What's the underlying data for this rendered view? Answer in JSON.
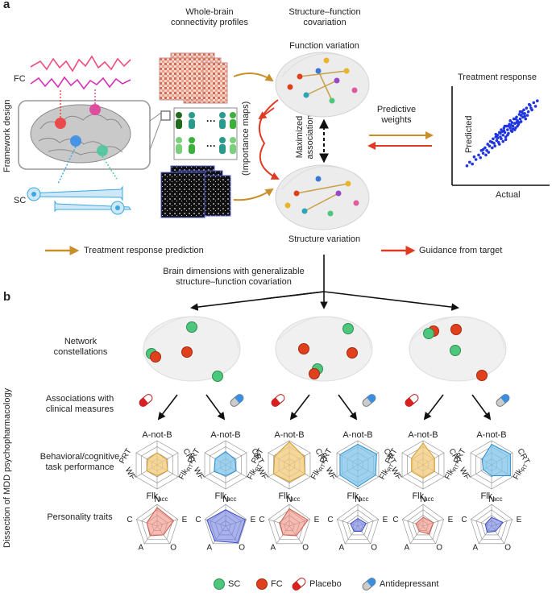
{
  "panel_a": {
    "label": "a",
    "side_label": "Framework design",
    "fc_label": "FC",
    "sc_label": "SC",
    "col_connectivity": "Whole-brain\nconnectivity profiles",
    "col_covariation": "Structure–function\ncovariation",
    "function_variation": "Function variation",
    "structure_variation": "Structure variation",
    "importance_maps": "(Importance maps)",
    "maximized_association": "Maximized\nassociation",
    "predictive_weights": "Predictive\nweights",
    "treatment_response": "Treatment response",
    "predicted": "Predicted",
    "actual": "Actual",
    "legend_prediction": "Treatment response prediction",
    "legend_guidance": "Guidance from target",
    "generalizable": "Brain dimensions with generalizable\nstructure–function covariation"
  },
  "panel_b": {
    "label": "b",
    "side_label": "Dissection of MDD psychopharmacology",
    "row_network": "Network\nconstellations",
    "row_clinical": "Associations with\nclinical measures",
    "row_behavioral": "Behavioral/cognitive\ntask performance",
    "row_personality": "Personality traits",
    "radar_labels": {
      "top": "A-not-B",
      "right": "CRT",
      "left": "PRT",
      "bottom_right": "Flk",
      "bottom_right_sub": "RT",
      "bottom_left": "WF",
      "bottom": "Flk",
      "bottom_sub": "acc"
    },
    "pers_labels": {
      "n": "N",
      "e": "E",
      "o": "O",
      "a": "A",
      "c": "C"
    }
  },
  "legend": {
    "sc": "SC",
    "fc": "FC",
    "placebo": "Placebo",
    "antidepressant": "Antidepressant"
  },
  "colors": {
    "orange_arrow": "#c8902a",
    "red_arrow": "#e03a22",
    "sc_green": "#4cc77d",
    "fc_red": "#e0401c",
    "placebo_fill": "#f2c97a",
    "antidep_fill": "#7ec3ea",
    "pers_red": "#f08e80",
    "pers_blue": "#6f7fe0",
    "scatter_blue": "#1f35e0"
  },
  "scatter_points": [
    [
      0.12,
      0.18
    ],
    [
      0.15,
      0.22
    ],
    [
      0.18,
      0.2
    ],
    [
      0.2,
      0.28
    ],
    [
      0.22,
      0.25
    ],
    [
      0.25,
      0.3
    ],
    [
      0.27,
      0.27
    ],
    [
      0.28,
      0.35
    ],
    [
      0.3,
      0.32
    ],
    [
      0.32,
      0.38
    ],
    [
      0.34,
      0.35
    ],
    [
      0.35,
      0.42
    ],
    [
      0.37,
      0.4
    ],
    [
      0.38,
      0.45
    ],
    [
      0.4,
      0.38
    ],
    [
      0.41,
      0.48
    ],
    [
      0.42,
      0.43
    ],
    [
      0.44,
      0.5
    ],
    [
      0.45,
      0.46
    ],
    [
      0.46,
      0.52
    ],
    [
      0.47,
      0.44
    ],
    [
      0.48,
      0.55
    ],
    [
      0.49,
      0.5
    ],
    [
      0.5,
      0.48
    ],
    [
      0.51,
      0.56
    ],
    [
      0.52,
      0.52
    ],
    [
      0.53,
      0.6
    ],
    [
      0.54,
      0.55
    ],
    [
      0.55,
      0.5
    ],
    [
      0.56,
      0.62
    ],
    [
      0.57,
      0.58
    ],
    [
      0.58,
      0.54
    ],
    [
      0.59,
      0.64
    ],
    [
      0.6,
      0.6
    ],
    [
      0.61,
      0.57
    ],
    [
      0.62,
      0.66
    ],
    [
      0.63,
      0.62
    ],
    [
      0.64,
      0.7
    ],
    [
      0.65,
      0.65
    ],
    [
      0.66,
      0.6
    ],
    [
      0.67,
      0.72
    ],
    [
      0.68,
      0.68
    ],
    [
      0.69,
      0.64
    ],
    [
      0.7,
      0.75
    ],
    [
      0.71,
      0.7
    ],
    [
      0.72,
      0.67
    ],
    [
      0.73,
      0.78
    ],
    [
      0.74,
      0.72
    ],
    [
      0.75,
      0.8
    ],
    [
      0.76,
      0.76
    ],
    [
      0.77,
      0.7
    ],
    [
      0.78,
      0.82
    ],
    [
      0.8,
      0.78
    ],
    [
      0.82,
      0.85
    ],
    [
      0.84,
      0.8
    ],
    [
      0.86,
      0.88
    ],
    [
      0.88,
      0.84
    ],
    [
      0.9,
      0.9
    ],
    [
      0.43,
      0.4
    ],
    [
      0.5,
      0.58
    ],
    [
      0.55,
      0.47
    ],
    [
      0.6,
      0.68
    ],
    [
      0.65,
      0.58
    ],
    [
      0.7,
      0.66
    ],
    [
      0.58,
      0.62
    ],
    [
      0.46,
      0.49
    ],
    [
      0.52,
      0.45
    ],
    [
      0.62,
      0.56
    ],
    [
      0.66,
      0.7
    ],
    [
      0.72,
      0.74
    ],
    [
      0.36,
      0.33
    ],
    [
      0.4,
      0.44
    ],
    [
      0.48,
      0.42
    ],
    [
      0.53,
      0.57
    ],
    [
      0.57,
      0.52
    ],
    [
      0.63,
      0.59
    ],
    [
      0.68,
      0.62
    ],
    [
      0.74,
      0.76
    ],
    [
      0.79,
      0.74
    ],
    [
      0.83,
      0.82
    ],
    [
      0.3,
      0.36
    ],
    [
      0.33,
      0.3
    ],
    [
      0.44,
      0.53
    ],
    [
      0.49,
      0.54
    ],
    [
      0.54,
      0.62
    ],
    [
      0.61,
      0.63
    ],
    [
      0.67,
      0.66
    ],
    [
      0.71,
      0.78
    ],
    [
      0.76,
      0.73
    ],
    [
      0.81,
      0.86
    ]
  ]
}
